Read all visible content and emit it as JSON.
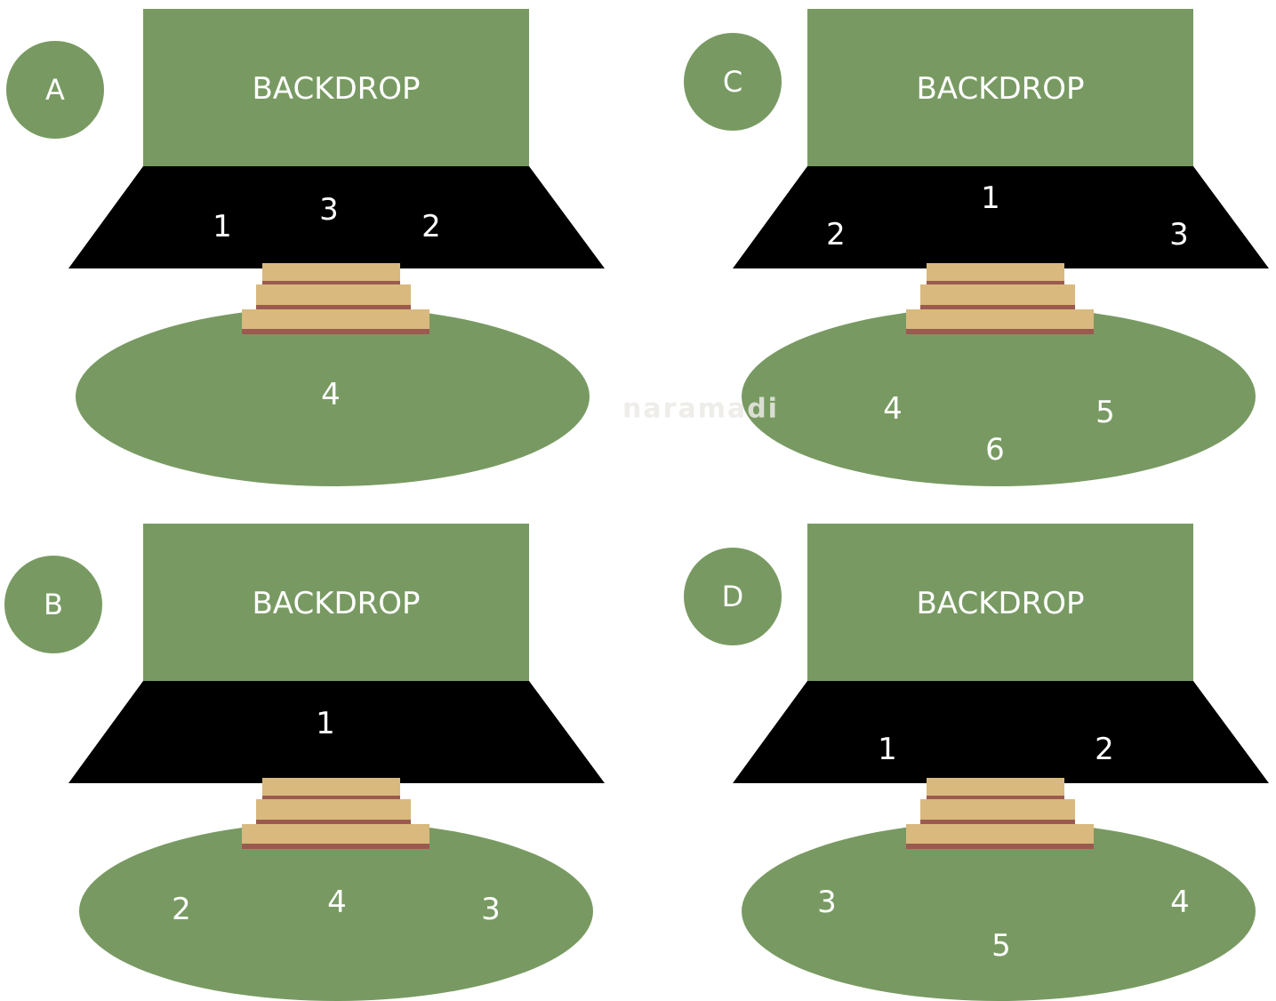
{
  "colors": {
    "green": "#789a62",
    "stage": "#000000",
    "step_tan": "#d9b97e",
    "step_red": "#9b5a50",
    "text": "#ffffff",
    "watermark": "#ecebe6"
  },
  "watermark": "naramadi",
  "layouts": [
    {
      "letter": "A",
      "backdrop_label": "BACKDROP",
      "stage_numbers": [
        "1",
        "3",
        "2"
      ],
      "floor_numbers": [
        "4"
      ]
    },
    {
      "letter": "C",
      "backdrop_label": "BACKDROP",
      "stage_numbers": [
        "2",
        "1",
        "3"
      ],
      "floor_numbers": [
        "4",
        "5",
        "6"
      ]
    },
    {
      "letter": "B",
      "backdrop_label": "BACKDROP",
      "stage_numbers": [
        "1"
      ],
      "floor_numbers": [
        "2",
        "4",
        "3"
      ]
    },
    {
      "letter": "D",
      "backdrop_label": "BACKDROP",
      "stage_numbers": [
        "1",
        "2"
      ],
      "floor_numbers": [
        "3",
        "4",
        "5"
      ]
    }
  ]
}
